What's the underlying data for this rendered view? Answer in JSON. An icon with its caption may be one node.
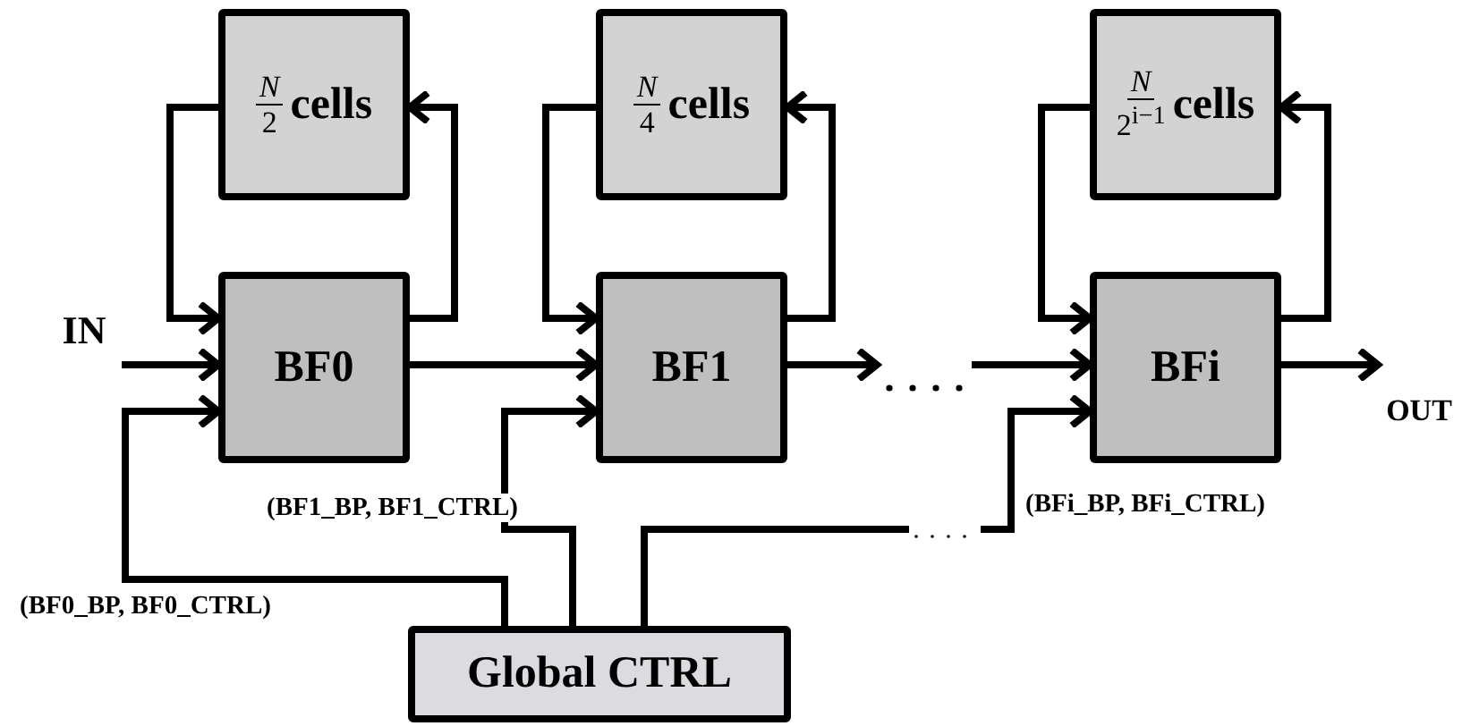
{
  "diagram": {
    "nodes": [
      {
        "text": [
          "N",
          "2",
          "cells"
        ]
      },
      {
        "text": [
          "N",
          "4",
          "cells"
        ]
      },
      {
        "text": [
          "N",
          "2$^{i−1}$",
          "cells"
        ]
      },
      {
        "text": [
          "IN"
        ]
      },
      {
        "text": [
          "BF0"
        ]
      },
      {
        "text": [
          "BF1"
        ]
      },
      {
        "text": [
          "BFi"
        ]
      },
      {
        "text": [
          "OUT"
        ]
      },
      {
        "text": [
          "Global CTRL"
        ]
      }
    ],
    "edges": [
      {
        "from": 0,
        "to": 4,
        "arrow": "to"
      },
      {
        "from": 4,
        "to": 0,
        "arrow": "to"
      },
      {
        "from": 3,
        "to": 4,
        "arrow": "to"
      },
      {
        "from": 8,
        "to": 4,
        "arrow": "to",
        "label": "(BF0_BP, BF0_CTRL)"
      },
      {
        "from": 4,
        "to": 5,
        "arrow": "to"
      },
      {
        "from": 1,
        "to": 5,
        "arrow": "to"
      },
      {
        "from": 5,
        "to": 1,
        "arrow": "to"
      },
      {
        "from": 8,
        "to": 5,
        "arrow": "to",
        "label": "(BF1_BP, BF1_CTRL)"
      },
      {
        "from": 5,
        "to": null,
        "arrow": "to"
      },
      {
        "from": null,
        "to": 6,
        "arrow": "to"
      },
      {
        "from": 2,
        "to": 6,
        "arrow": "to"
      },
      {
        "from": 6,
        "to": 2,
        "arrow": "to"
      },
      {
        "from": 8,
        "to": 6,
        "arrow": "to",
        "label": "(BFi_BP, BFi_CTRL)"
      },
      {
        "from": 6,
        "to": 7,
        "arrow": "to"
      }
    ]
  }
}
